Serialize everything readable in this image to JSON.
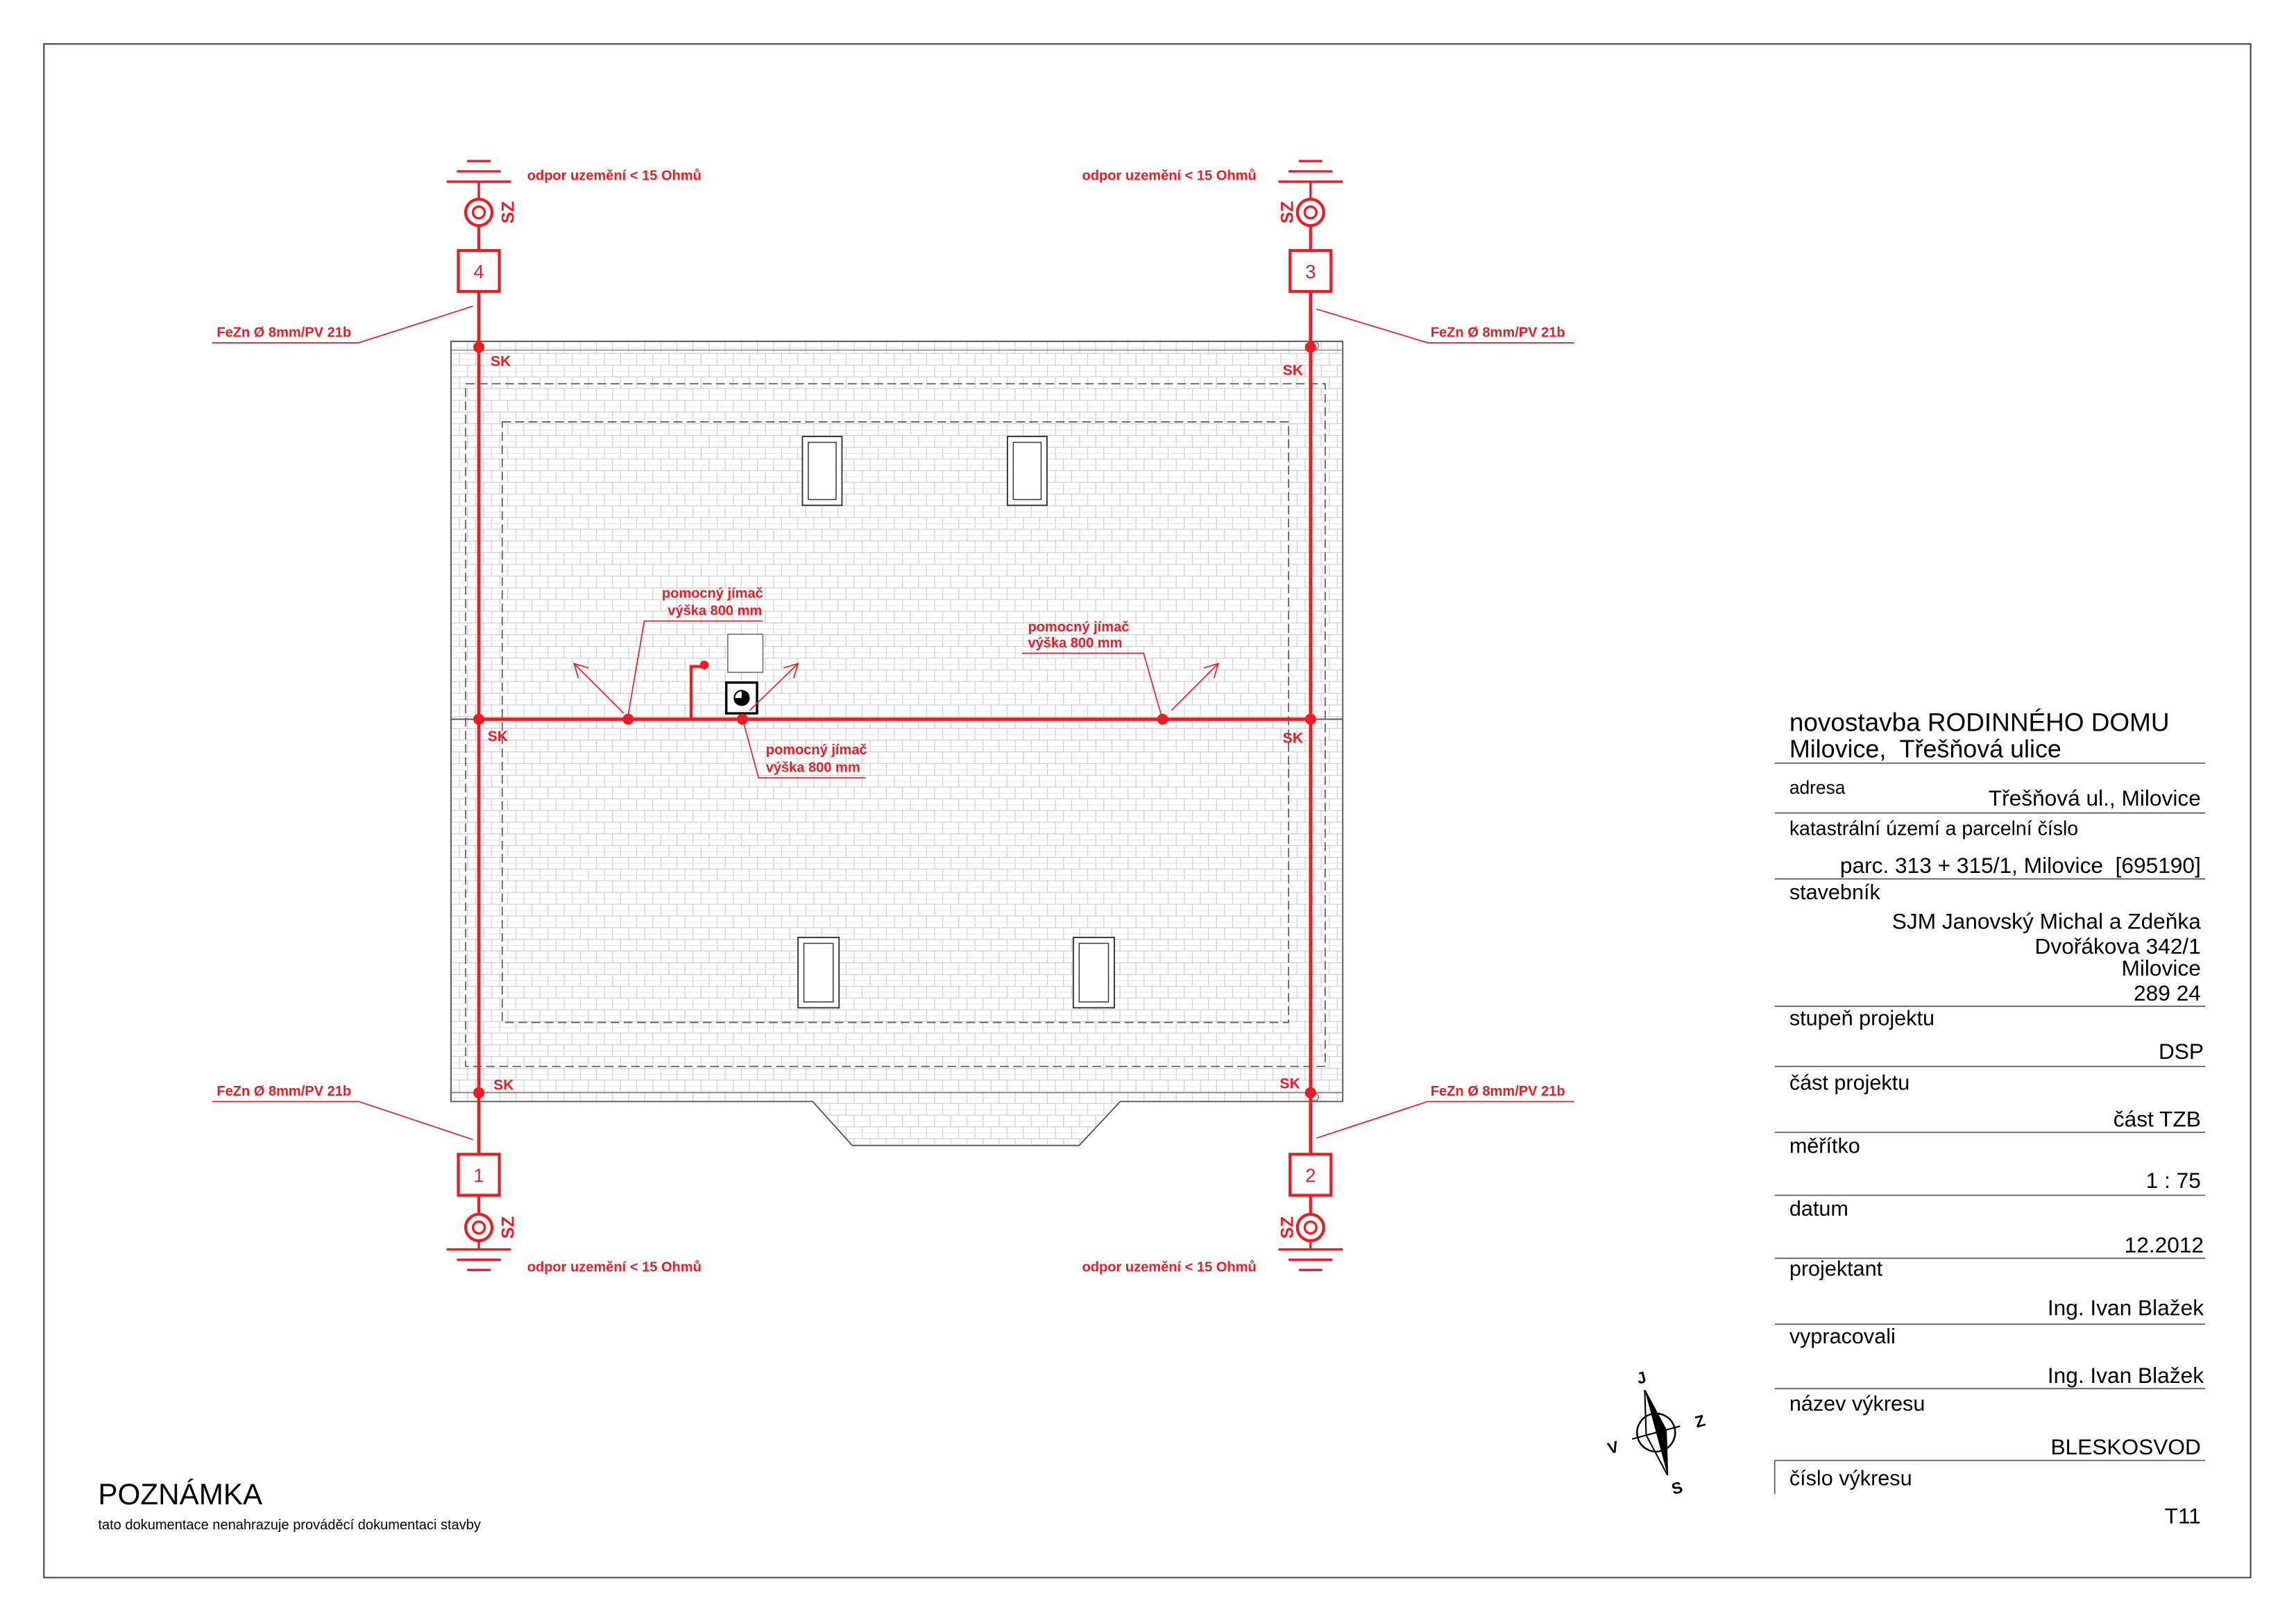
{
  "colors": {
    "conductor": "#ed1c24",
    "ink": "#000000",
    "roof": "#5a5a5a",
    "tile": "#cfcfcf"
  },
  "drawing": {
    "earthing_points": [
      {
        "number": "1",
        "clamp": "SZ",
        "resistance": "odpor uzemění < 15 Ohmů",
        "conductor": "FeZn Ø 8mm/PV 21b"
      },
      {
        "number": "2",
        "clamp": "SZ",
        "resistance": "odpor uzemění < 15 Ohmů",
        "conductor": "FeZn Ø 8mm/PV 21b"
      },
      {
        "number": "3",
        "clamp": "SZ",
        "resistance": "odpor uzemění < 15 Ohmů",
        "conductor": "FeZn Ø 8mm/PV 21b"
      },
      {
        "number": "4",
        "clamp": "SZ",
        "resistance": "odpor uzemění < 15 Ohmů",
        "conductor": "FeZn Ø 8mm/PV 21b"
      }
    ],
    "junctions": [
      "SK",
      "SK",
      "SK",
      "SK",
      "SK",
      "SK"
    ],
    "air_terminals": [
      {
        "name": "pomocný jímač",
        "height": "výška 800 mm"
      },
      {
        "name": "pomocný jímač",
        "height": "výška 800 mm"
      },
      {
        "name": "pomocný jímač",
        "height": "výška 800 mm"
      }
    ]
  },
  "compass": {
    "top": "J",
    "right": "Z",
    "bottom": "S",
    "left": "V"
  },
  "note": {
    "title": "POZNÁMKA",
    "text": "tato dokumentace nenahrazuje prováděcí dokumentaci stavby"
  },
  "title_block": {
    "project_title": "novostavba RODINNÉHO DOMU",
    "project_location": "Milovice,  Třešňová ulice",
    "address_label": "adresa",
    "address": "Třešňová ul., Milovice",
    "cadastre_label": "katastrální území a parcelní číslo",
    "cadastre": "parc. 313 + 315/1, Milovice  [695190]",
    "investor_label": "stavebník",
    "investor_lines": [
      "SJM Janovský Michal a Zdeňka",
      "Dvořákova 342/1",
      "Milovice",
      "289 24"
    ],
    "stage_label": "stupeň projektu",
    "stage": "DSP",
    "part_label": "část projektu",
    "part": "část TZB",
    "scale_label": "měřítko",
    "scale": "1 : 75",
    "date_label": "datum",
    "date": "12.2012",
    "designer_label": "projektant",
    "designer": "Ing. Ivan Blažek",
    "prepared_label": "vypracovali",
    "prepared_by": "Ing. Ivan Blažek",
    "drawing_name_label": "název výkresu",
    "drawing_name": "BLESKOSVOD",
    "drawing_number_label": "číslo výkresu",
    "drawing_number": "T11"
  }
}
